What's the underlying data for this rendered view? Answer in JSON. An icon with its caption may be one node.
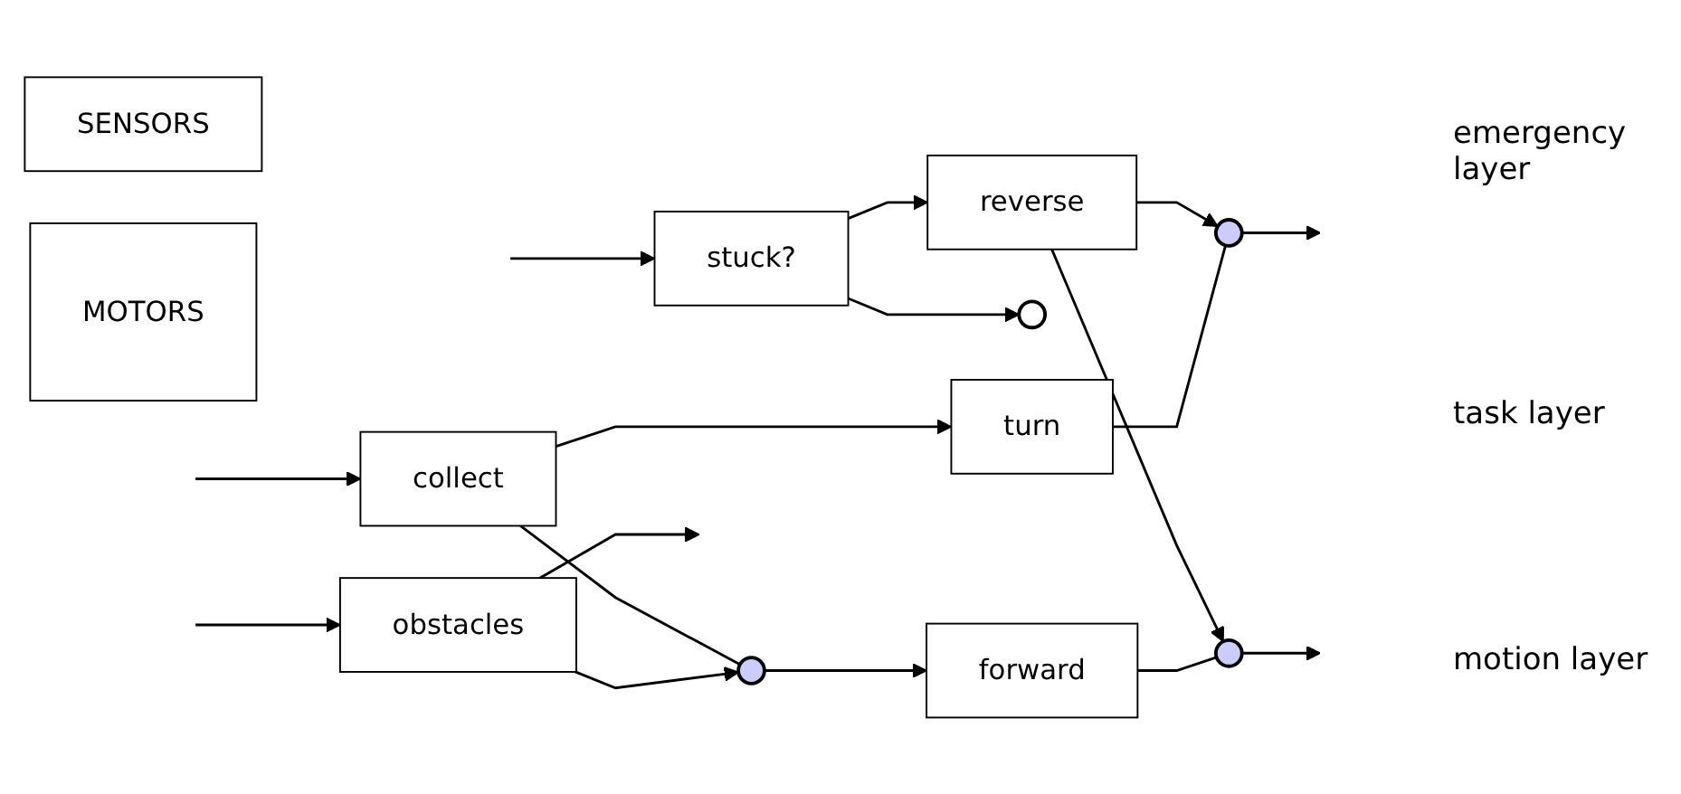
{
  "diagram": {
    "nodes": [
      {
        "text": [
          "SENSORS"
        ]
      },
      {
        "text": [
          "stuck?"
        ]
      },
      {
        "text": [
          "reverse"
        ]
      },
      {
        "text": [],
        "shape": "circle"
      },
      {
        "text": [
          "collect"
        ]
      },
      {
        "text": [
          "obstacles"
        ]
      },
      {
        "text": [
          "turn"
        ]
      },
      {
        "text": [],
        "shape": "circle"
      },
      {
        "text": [],
        "shape": "circle"
      },
      {
        "text": [
          "forward"
        ]
      },
      {
        "text": [],
        "shape": "circle"
      },
      {
        "text": [
          "MOTORS"
        ]
      }
    ],
    "edges": [
      {
        "from": null,
        "to": 1,
        "arrow": "to"
      },
      {
        "from": 1,
        "to": 2,
        "arrow": "to"
      },
      {
        "from": 1,
        "to": 3,
        "arrow": "to"
      },
      {
        "from": null,
        "to": 4,
        "arrow": "to"
      },
      {
        "from": null,
        "to": 5,
        "arrow": "to"
      },
      {
        "from": 2,
        "to": 7,
        "arrow": "to"
      },
      {
        "from": 2,
        "to": 10,
        "arrow": "to"
      },
      {
        "from": 4,
        "to": 6,
        "arrow": "to"
      },
      {
        "from": 4,
        "to": 8,
        "arrow": "none"
      },
      {
        "from": 5,
        "to": null,
        "arrow": "to"
      },
      {
        "from": 5,
        "to": 8,
        "arrow": "to"
      },
      {
        "from": 6,
        "to": 7,
        "arrow": "none"
      },
      {
        "from": 7,
        "to": null,
        "arrow": "to"
      },
      {
        "from": 8,
        "to": 9,
        "arrow": "to"
      },
      {
        "from": 9,
        "to": 10,
        "arrow": "none"
      },
      {
        "from": 10,
        "to": null,
        "arrow": "to"
      }
    ],
    "labels": [
      "emergency layer",
      "task layer",
      "motion layer"
    ]
  }
}
